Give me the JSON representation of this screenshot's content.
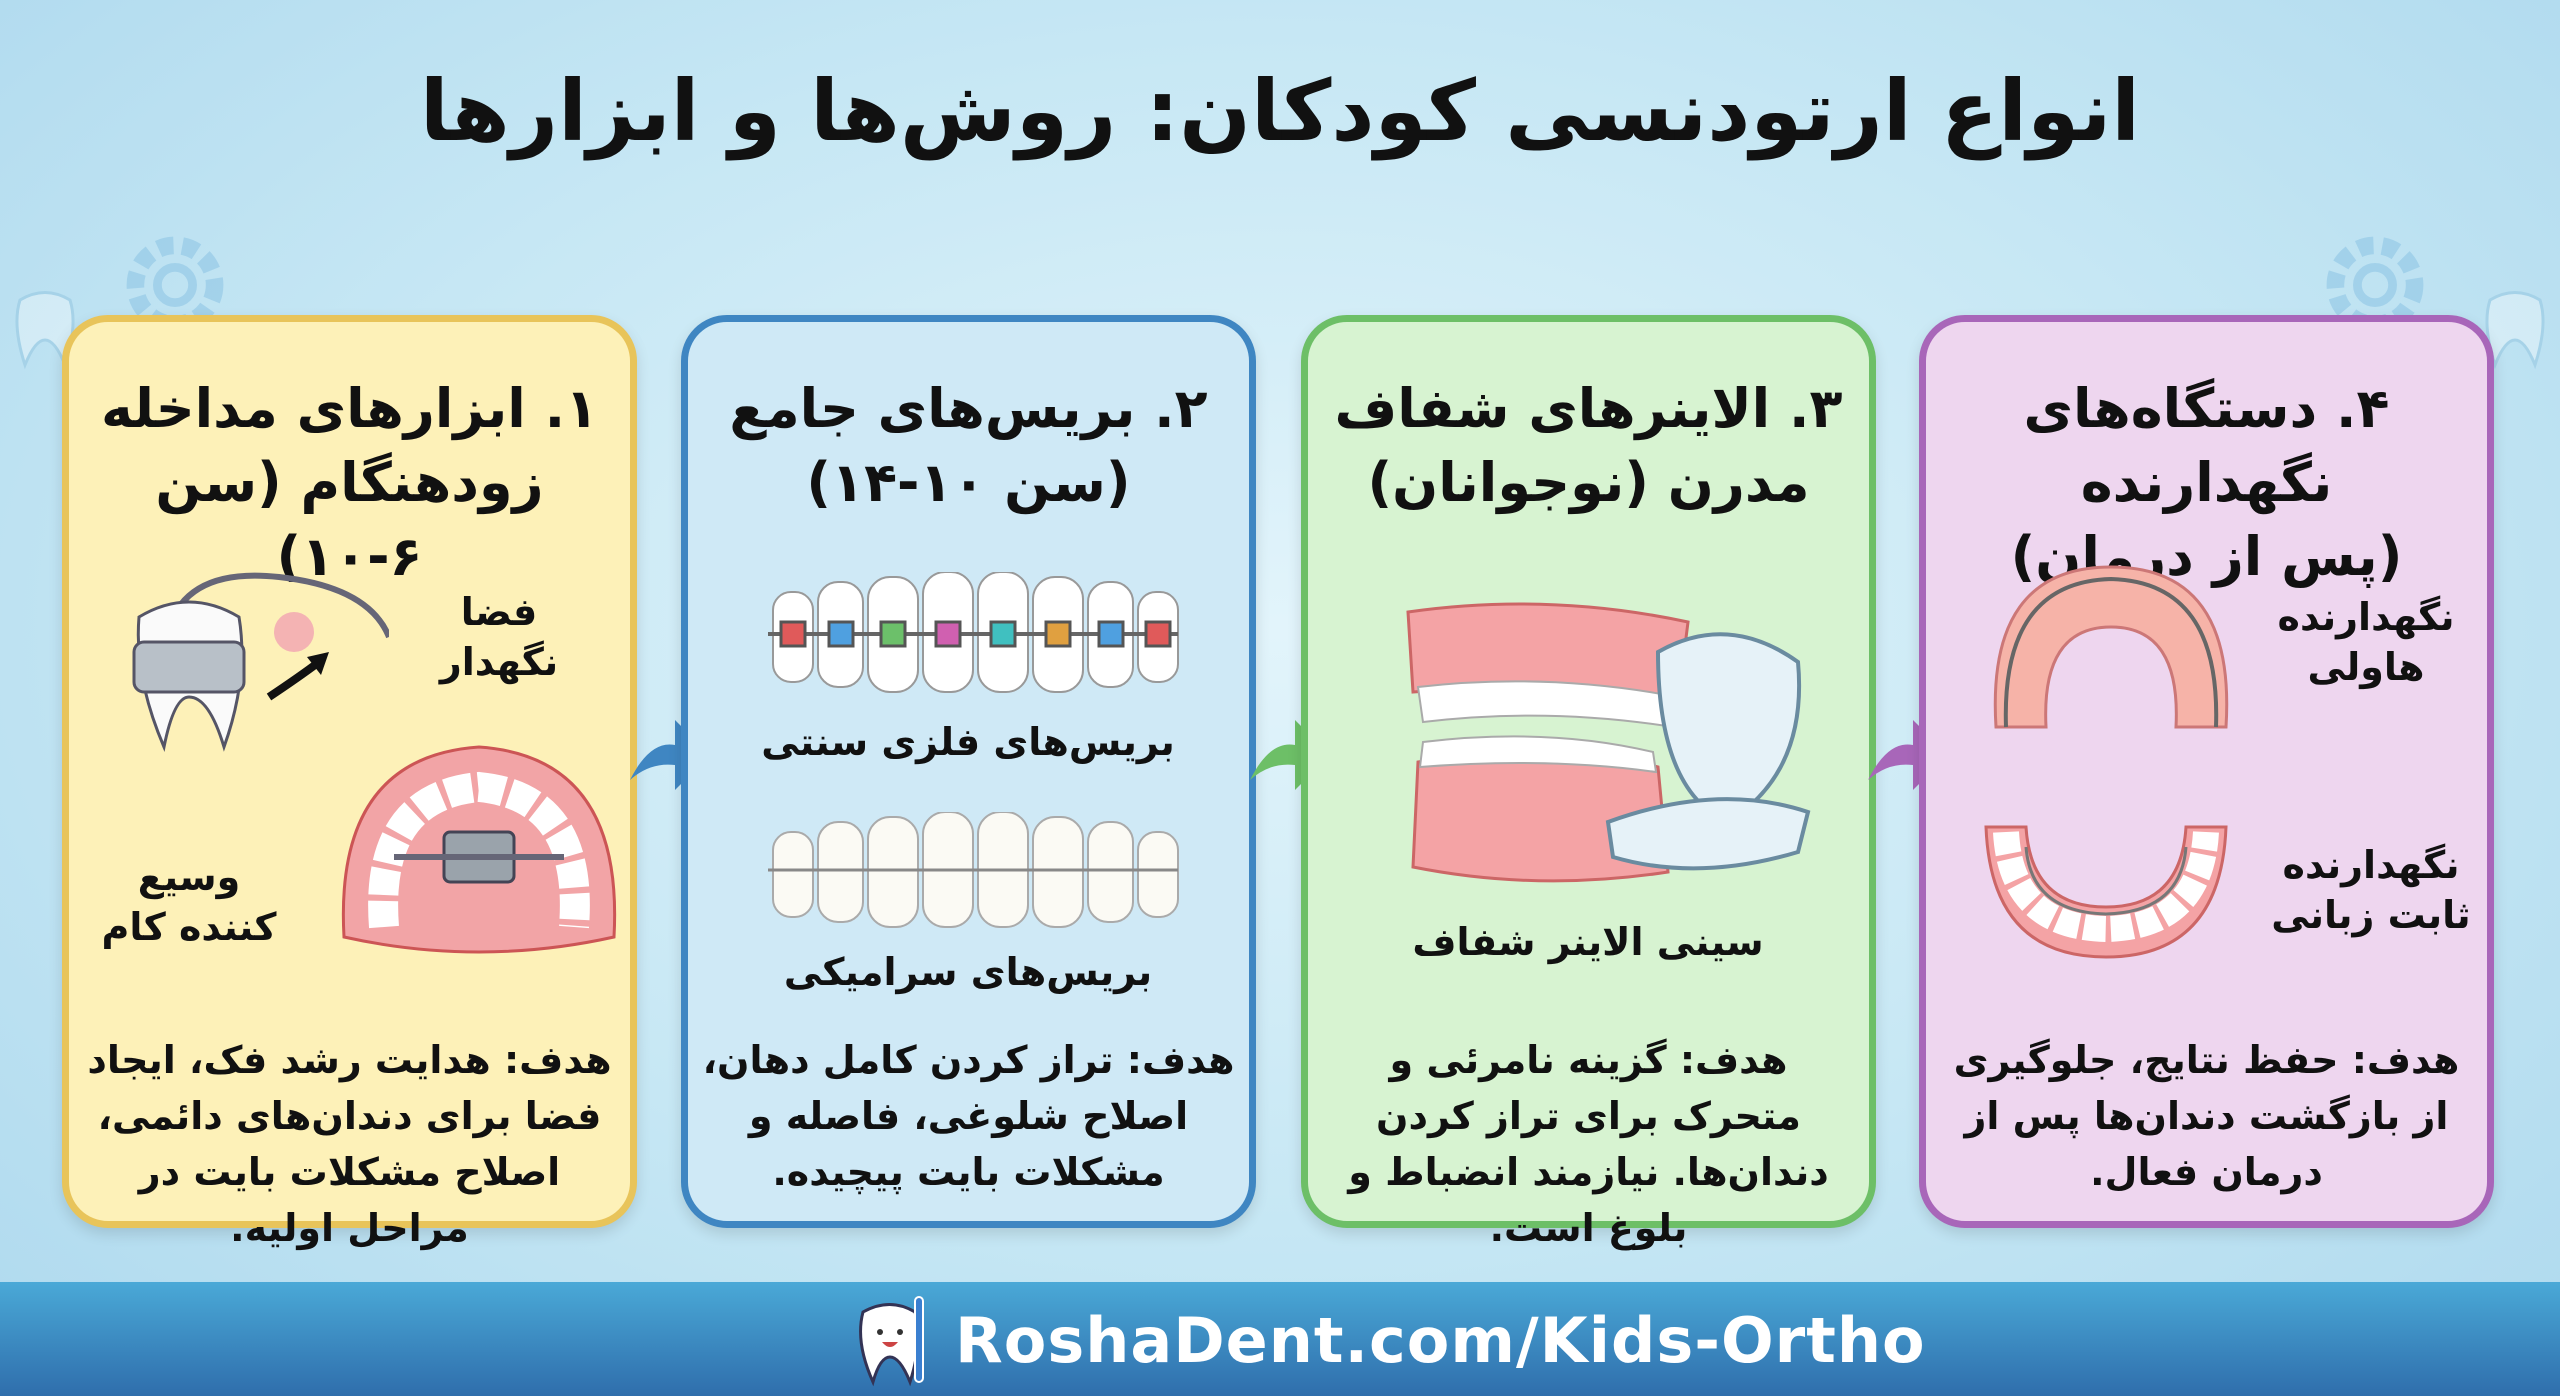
{
  "title": "انواع ارتودنسی کودکان: روش‌ها و ابزارها",
  "colors": {
    "panel1": "#e8c45a",
    "panel2": "#3f86c2",
    "panel3": "#6dbf67",
    "panel4": "#a866b9",
    "footer": "#2f6eac"
  },
  "panels": [
    {
      "title_line1": "۱. ابزارهای مداخله",
      "title_line2": "زودهنگام (سن ۶-۱۰)",
      "labels": [
        "فضا نگهدار",
        "وسیع کننده کام"
      ],
      "goal": "هدف: هدایت رشد فک، ایجاد فضا برای دندان‌های دائمی، اصلاح مشکلات بایت در مراحل اولیه."
    },
    {
      "title_line1": "۲. بریس‌های جامع",
      "title_line2": "(سن ۱۰-۱۴)",
      "labels": [
        "بریس‌های فلزی سنتی",
        "بریس‌های سرامیکی"
      ],
      "goal": "هدف: تراز کردن کامل دهان، اصلاح شلوغی، فاصله و مشکلات بایت پیچیده."
    },
    {
      "title_line1": "۳. الاینرهای شفاف",
      "title_line2": "مدرن (نوجوانان)",
      "labels": [
        "سینی الاینر شفاف"
      ],
      "goal": "هدف: گزینه نامرئی و متحرک برای تراز کردن دندان‌ها. نیازمند انضباط و بلوغ است."
    },
    {
      "title_line1": "۴. دستگاه‌های نگهدارنده",
      "title_line2": "(پس از درمان)",
      "labels": [
        "نگهدارنده هاولی",
        "نگهدارنده ثابت زبانی"
      ],
      "goal": "هدف: حفظ نتایج، جلوگیری از بازگشت دندان‌ها پس از درمان فعال."
    }
  ],
  "footer": {
    "url": "RoshaDent.com/Kids-Ortho",
    "logo_icon": "tooth-toothbrush-icon"
  }
}
